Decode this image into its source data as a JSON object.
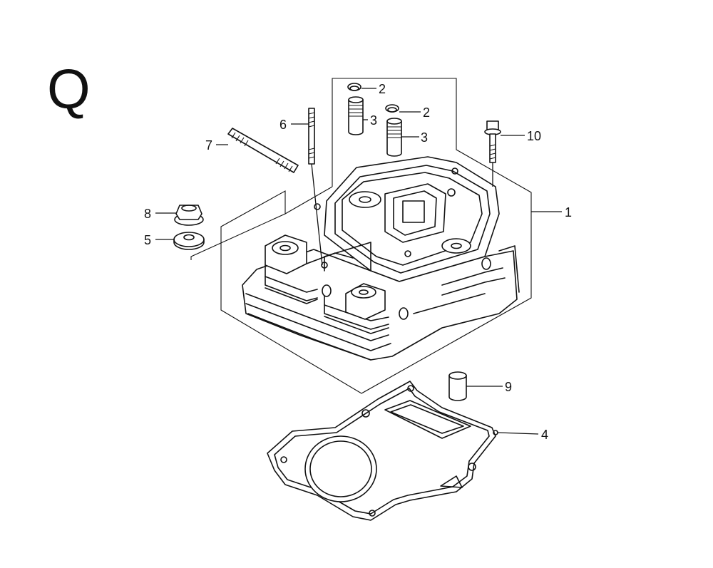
{
  "section_letter": "Q",
  "callouts": {
    "c1": "1",
    "c2a": "2",
    "c2b": "2",
    "c3a": "3",
    "c3b": "3",
    "c4": "4",
    "c5": "5",
    "c6": "6",
    "c7": "7",
    "c8": "8",
    "c9": "9",
    "c10": "10"
  },
  "icons": {
    "cylinder-head": "cylinder-head-assembly",
    "gasket": "head-gasket",
    "valve-guide": "valve-guide",
    "clip": "guide-clip",
    "stud": "stud-bolt",
    "flange-bolt": "flange-bolt",
    "nut": "flange-nut",
    "washer": "washer",
    "dowel": "dowel-pin"
  },
  "colors": {
    "line": "#111111",
    "background": "#ffffff"
  }
}
